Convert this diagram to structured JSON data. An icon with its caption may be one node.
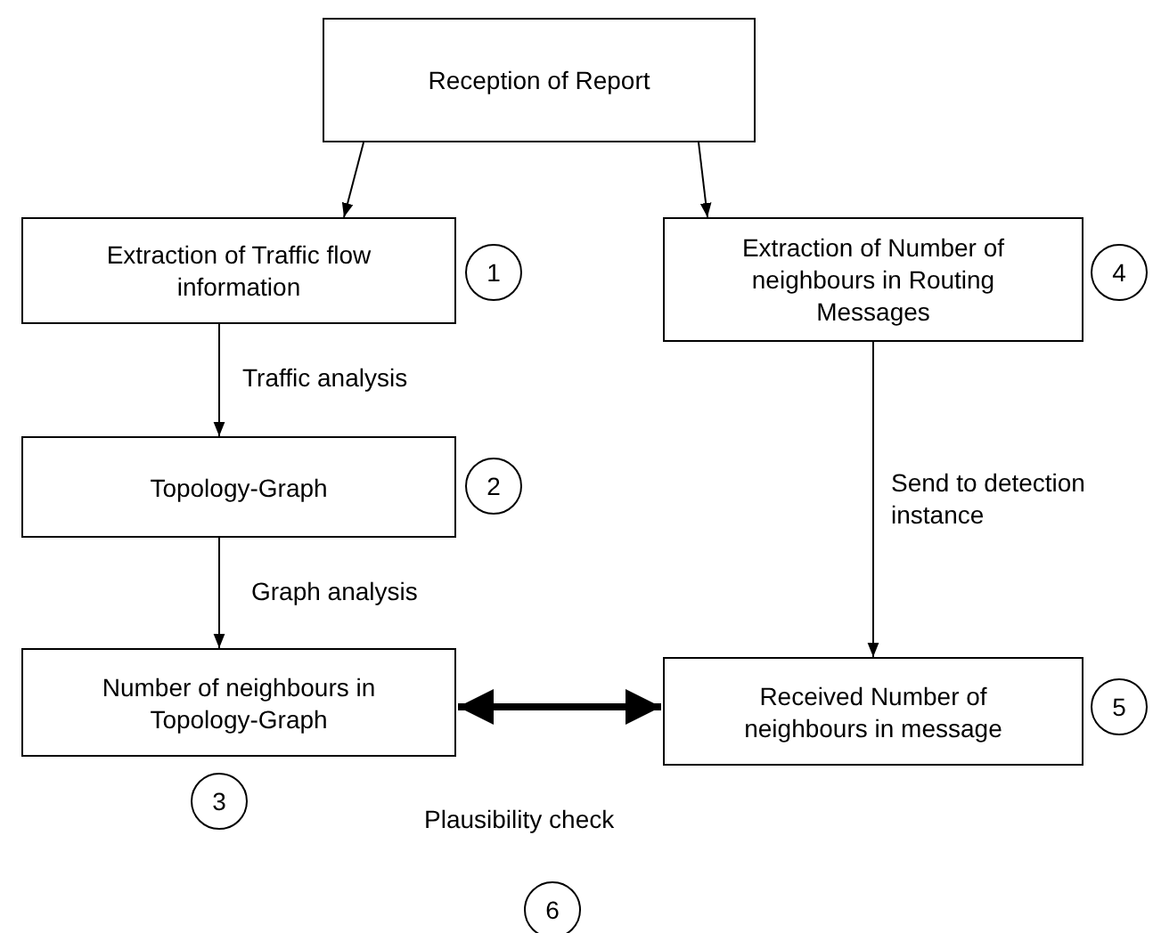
{
  "diagram": {
    "nodes": [
      {
        "text": [
          "Reception of Report"
        ]
      },
      {
        "text": [
          "Extraction of Traffic flow information"
        ]
      },
      {
        "text": [
          "1"
        ]
      },
      {
        "text": [
          "Extraction of Number of neighbours in Routing Messages"
        ]
      },
      {
        "text": [
          "4"
        ]
      },
      {
        "text": [
          "Topology-Graph"
        ]
      },
      {
        "text": [
          "2"
        ]
      },
      {
        "text": [
          "Number of neighbours in Topology-Graph"
        ]
      },
      {
        "text": [
          "Received Number of neighbours in message"
        ]
      },
      {
        "text": [
          "5"
        ]
      },
      {
        "text": [
          "3"
        ]
      },
      {
        "text": [
          "6"
        ]
      }
    ],
    "edges": [
      {
        "from": 0,
        "to": 1,
        "arrow": "to"
      },
      {
        "from": 0,
        "to": 3,
        "arrow": "to"
      },
      {
        "from": 1,
        "to": 5,
        "arrow": "to",
        "label": "Traffic analysis"
      },
      {
        "from": 5,
        "to": 7,
        "arrow": "to",
        "label": "Graph analysis"
      },
      {
        "from": 3,
        "to": 8,
        "arrow": "to",
        "label": "Send to detection instance"
      },
      {
        "from": 7,
        "to": 8,
        "arrow": "both",
        "style": "thick",
        "label": "Plausibility check"
      }
    ]
  }
}
